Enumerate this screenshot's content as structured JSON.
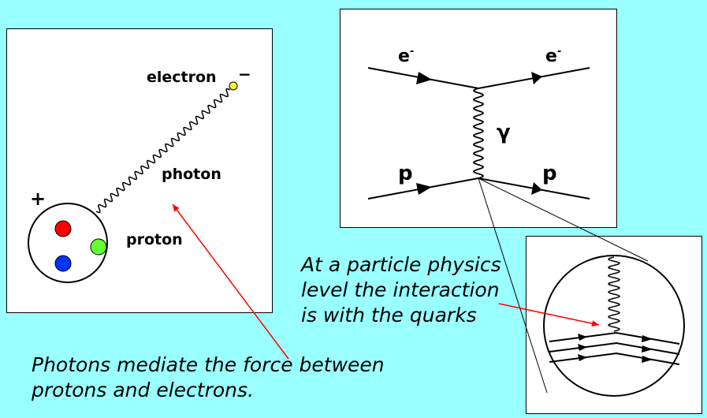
{
  "left_panel": {
    "label_electron": "electron",
    "label_electron_charge": "−",
    "label_photon": "photon",
    "label_proton": "proton",
    "label_proton_charge": "+",
    "quark_colors": [
      "#ff0000",
      "#66ff33",
      "#0033ff"
    ],
    "electron_color": "#ffff33"
  },
  "feynman": {
    "label_e_in": "e",
    "label_e_in_sup": "-",
    "label_e_out": "e",
    "label_e_out_sup": "-",
    "label_gamma": "γ",
    "label_p_in": "p",
    "label_p_out": "p"
  },
  "captions": {
    "quark_caption_lines": [
      "At a particle physics",
      "level the interaction",
      "is with the quarks"
    ],
    "photon_caption_lines": [
      "Photons mediate the force between",
      "protons and electrons."
    ]
  },
  "colors": {
    "background": "#99ffff",
    "arrow": "#ff0000"
  }
}
